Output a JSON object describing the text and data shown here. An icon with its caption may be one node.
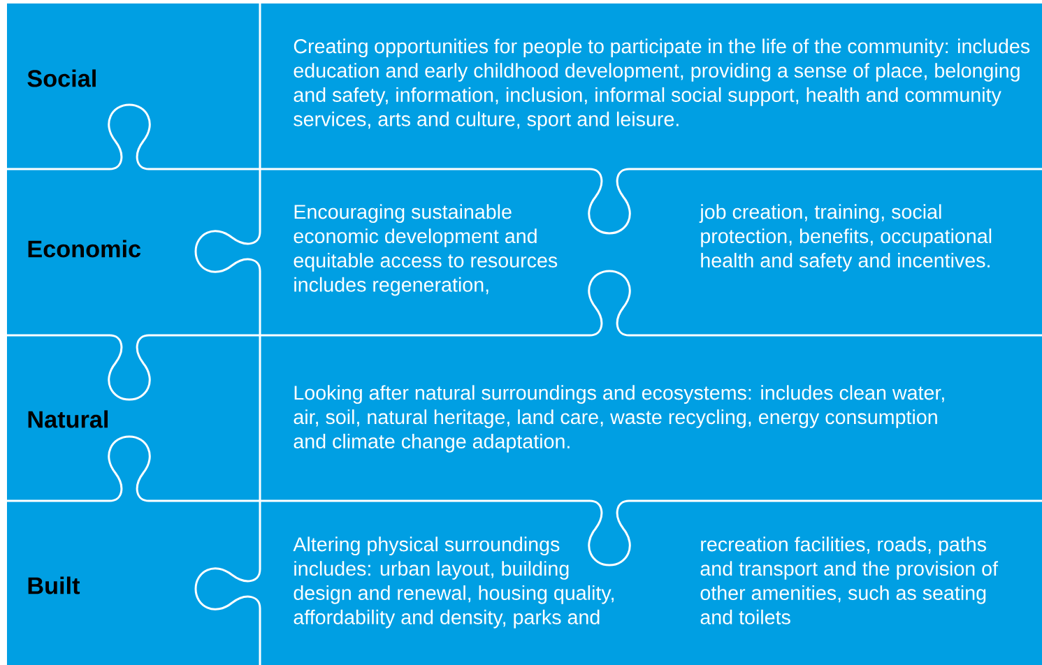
{
  "diagram": {
    "nodes": [
      {
        "text": [
          "Social"
        ]
      },
      {
        "text": [
          "Creating opportunities for people to participate in the life of the community: includes education and early childhood development, providing a sense of place, belonging and safety, information, inclusion, informal social support, health and community services, arts and culture, sport and leisure."
        ]
      },
      {
        "text": [
          "Economic"
        ]
      },
      {
        "text": [
          "Encouraging sustainable economic development and equitable access to resources includes regeneration,",
          "job creation, training, social protection, benefits, occupational health and safety and incentives."
        ]
      },
      {
        "text": [
          "Natural"
        ]
      },
      {
        "text": [
          "Looking after natural surroundings and ecosystems: includes clean water, air, soil, natural heritage, land care, waste recycling, energy consumption and climate change adaptation."
        ]
      },
      {
        "text": [
          "Built"
        ]
      },
      {
        "text": [
          "Altering physical surroundings includes: urban layout, building design and renewal, housing quality, affordability and density, parks and",
          "recreation facilities, roads, paths and transport and the provision of other amenities, such as seating and toilets"
        ]
      }
    ]
  }
}
